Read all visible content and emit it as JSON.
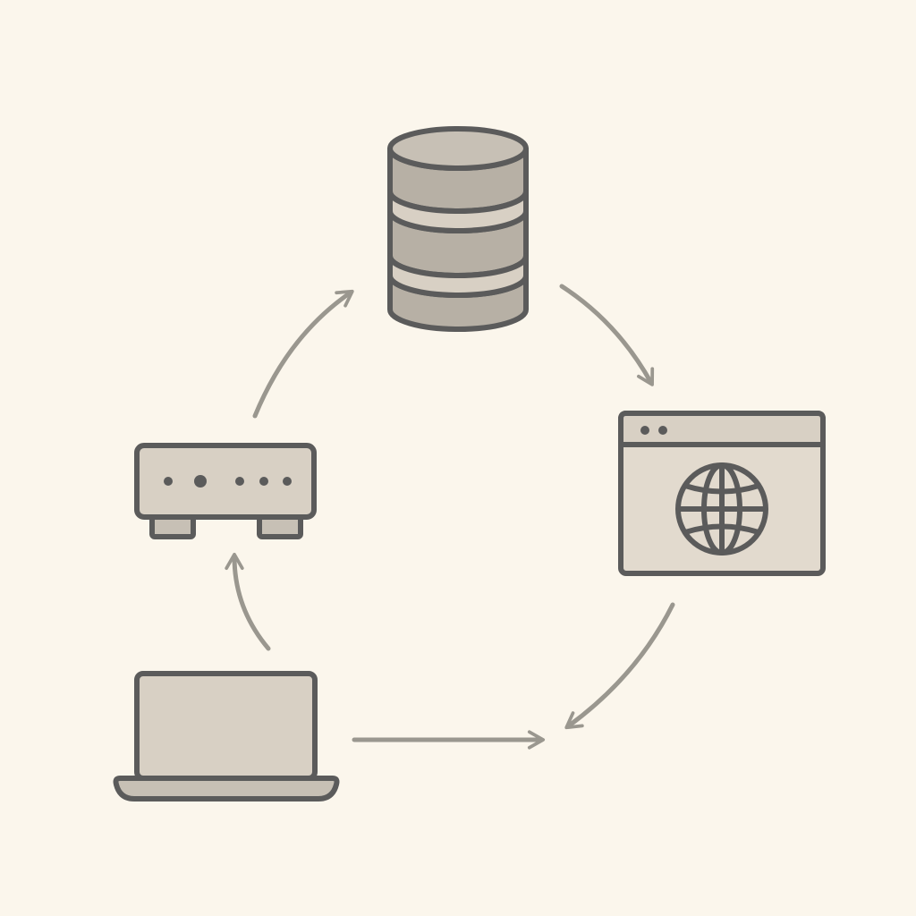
{
  "diagram": {
    "type": "cycle-flow",
    "nodes": [
      {
        "id": "database",
        "icon": "database-icon"
      },
      {
        "id": "browser",
        "icon": "globe-browser-icon"
      },
      {
        "id": "laptop",
        "icon": "laptop-icon"
      },
      {
        "id": "router",
        "icon": "router-icon"
      }
    ],
    "edges": [
      {
        "from": "database",
        "to": "browser",
        "icon": "arrow-icon"
      },
      {
        "from": "browser",
        "to": "laptop",
        "icon": "arrow-icon"
      },
      {
        "from": "laptop",
        "to": "browser",
        "icon": "arrow-icon"
      },
      {
        "from": "laptop",
        "to": "router",
        "icon": "arrow-icon"
      },
      {
        "from": "router",
        "to": "database",
        "icon": "arrow-icon"
      }
    ]
  },
  "colors": {
    "background": "#fbf6ec",
    "outline": "#5b5b5b",
    "fill_dark": "#b7b0a5",
    "fill_light": "#d8d0c4",
    "fill_inner": "#e2dace",
    "arrow": "#9a978f"
  }
}
